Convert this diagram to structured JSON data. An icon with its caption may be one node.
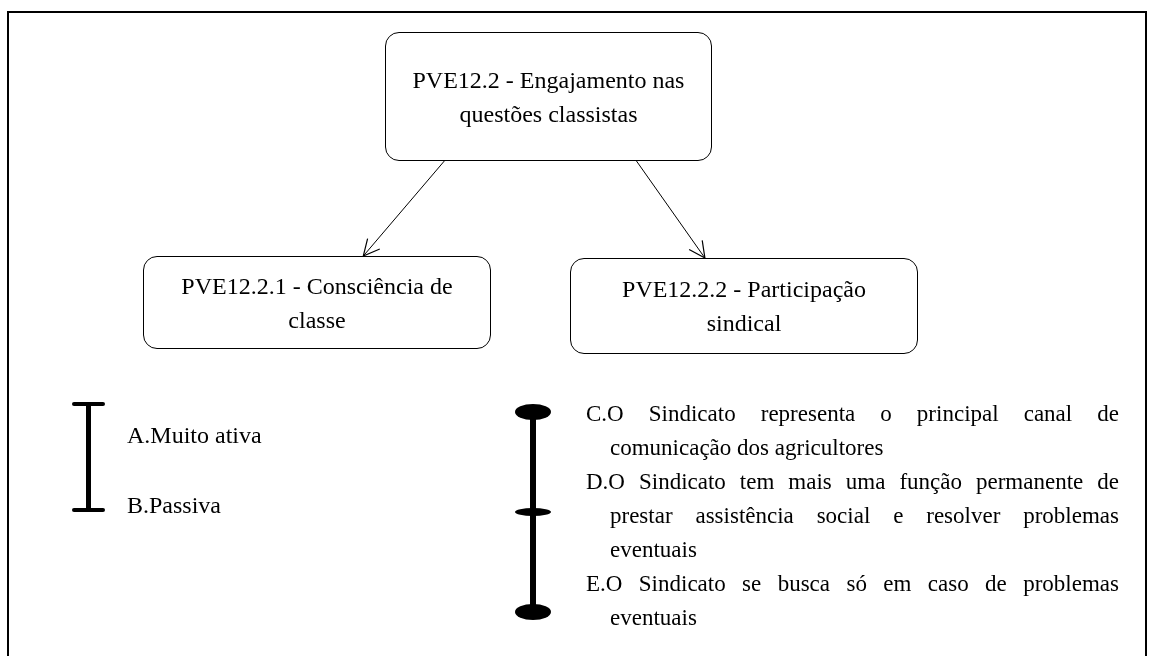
{
  "diagram": {
    "nodes": [
      {
        "text": [
          "PVE12.2 - Engajamento nas questões classistas"
        ]
      },
      {
        "text": [
          "PVE12.2.1 - Consciência de classe"
        ]
      },
      {
        "text": [
          "PVE12.2.2 - Participação sindical"
        ]
      }
    ],
    "edges": [
      {
        "from": 0,
        "to": 1,
        "arrow": "to"
      },
      {
        "from": 0,
        "to": 2,
        "arrow": "to"
      }
    ],
    "labels": [
      "A.Muito ativa",
      "B.Passiva",
      "C.O Sindicato representa o principal canal de comunicação dos agricultores",
      "D.O Sindicato tem mais uma função permanente de prestar assistência social e resolver problemas eventuais",
      "E.O Sindicato se busca só em caso de problemas eventuais"
    ]
  }
}
